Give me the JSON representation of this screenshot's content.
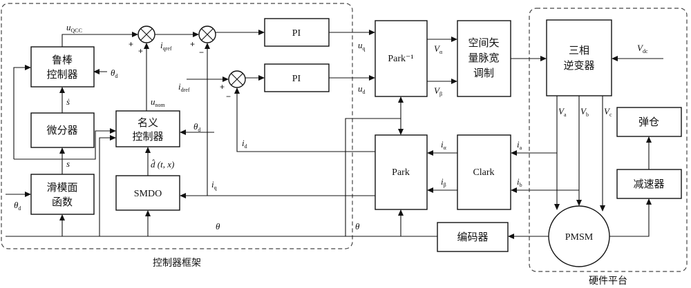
{
  "frames": {
    "controller_label": "控制器框架",
    "hardware_label": "硬件平台"
  },
  "blocks": {
    "robust_l1": "鲁棒",
    "robust_l2": "控制器",
    "diff": "微分器",
    "smf_l1": "滑模面",
    "smf_l2": "函数",
    "nom_l1": "名义",
    "nom_l2": "控制器",
    "smdo": "SMDO",
    "pi_q": "PI",
    "pi_d": "PI",
    "park_inv": "Park⁻¹",
    "svpwm_l1": "空间矢",
    "svpwm_l2": "量脉宽",
    "svpwm_l3": "调制",
    "inverter_l1": "三相",
    "inverter_l2": "逆变器",
    "park": "Park",
    "clark": "Clark",
    "encoder": "编码器",
    "magazine": "弹仓",
    "reducer": "减速器",
    "pmsm": "PMSM"
  },
  "signals": {
    "u_qcc": "u",
    "u_qcc_sub": "QCC",
    "theta_d": "θ",
    "theta_d_sub": "d",
    "s_dot": "ṡ",
    "s": "s",
    "u_nom": "u",
    "u_nom_sub": "nom",
    "d_hat": "d̂ (t, x)",
    "i_qref": "i",
    "i_qref_sub": "qref",
    "i_dref": "i",
    "i_dref_sub": "dref",
    "i_d": "i",
    "i_d_sub": "d",
    "i_q": "i",
    "i_q_sub": "q",
    "u_q": "u",
    "u_q_sub": "q",
    "u_d": "u",
    "u_d_sub": "d",
    "v_alpha": "V",
    "v_alpha_sub": "α",
    "v_beta": "V",
    "v_beta_sub": "β",
    "v_dc": "V",
    "v_dc_sub": "dc",
    "v_a": "V",
    "v_a_sub": "a",
    "v_b": "V",
    "v_b_sub": "b",
    "v_c": "V",
    "v_c_sub": "c",
    "i_alpha_l": "i",
    "i_alpha_l_sub": "α",
    "i_beta_l": "i",
    "i_beta_l_sub": "β",
    "i_a": "i",
    "i_a_sub": "a",
    "i_b": "i",
    "i_b_sub": "b",
    "theta": "θ",
    "plus": "+",
    "minus": "−"
  }
}
